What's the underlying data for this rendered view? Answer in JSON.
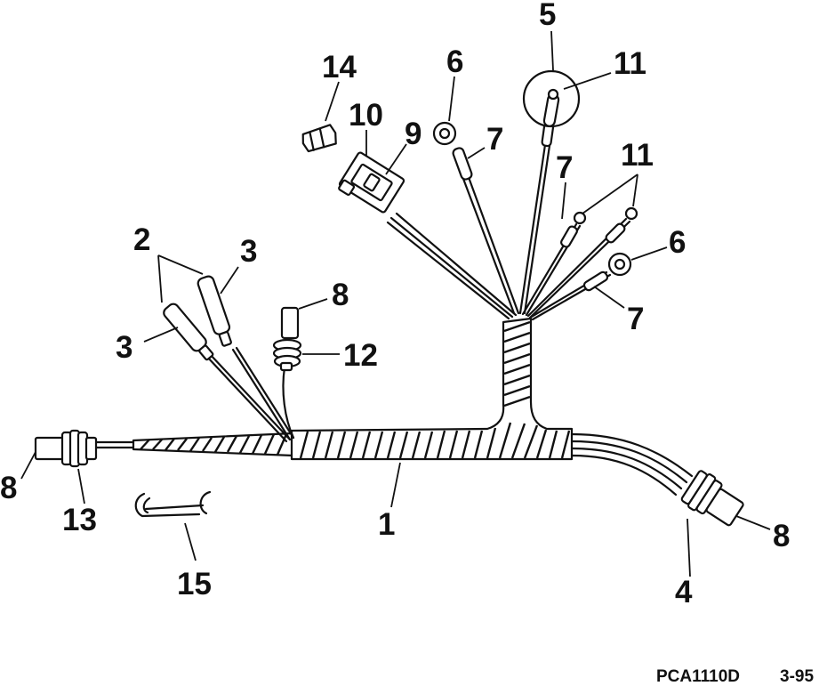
{
  "callouts": [
    {
      "id": "c14",
      "text": "14"
    },
    {
      "id": "c10",
      "text": "10"
    },
    {
      "id": "c9",
      "text": "9"
    },
    {
      "id": "c6a",
      "text": "6"
    },
    {
      "id": "c5",
      "text": "5"
    },
    {
      "id": "c11a",
      "text": "11"
    },
    {
      "id": "c7a",
      "text": "7"
    },
    {
      "id": "c7b",
      "text": "7"
    },
    {
      "id": "c11b",
      "text": "11"
    },
    {
      "id": "c6b",
      "text": "6"
    },
    {
      "id": "c7c",
      "text": "7"
    },
    {
      "id": "c2",
      "text": "2"
    },
    {
      "id": "c3a",
      "text": "3"
    },
    {
      "id": "c3b",
      "text": "3"
    },
    {
      "id": "c8a",
      "text": "8"
    },
    {
      "id": "c12",
      "text": "12"
    },
    {
      "id": "c8b",
      "text": "8"
    },
    {
      "id": "c13",
      "text": "13"
    },
    {
      "id": "c1",
      "text": "1"
    },
    {
      "id": "c15",
      "text": "15"
    },
    {
      "id": "c8c",
      "text": "8"
    },
    {
      "id": "c4",
      "text": "4"
    }
  ],
  "footer": {
    "code": "PCA1110D",
    "page": "3-95"
  }
}
